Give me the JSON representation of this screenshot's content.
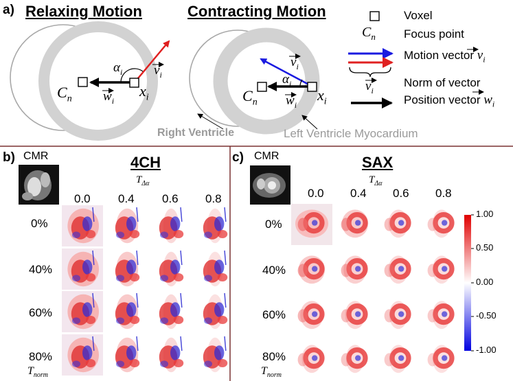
{
  "panel_a": {
    "label": "a)",
    "relax_title": "Relaxing Motion",
    "contract_title": "Contracting Motion",
    "relax_cn": "C",
    "relax_cn_sub": "n",
    "relax_xi": "x",
    "relax_xi_sub": "i",
    "relax_alpha": "α",
    "relax_alpha_sub": "i",
    "relax_v": "v",
    "relax_v_sub": "i",
    "relax_w": "w",
    "relax_w_sub": "i",
    "contract_cn": "C",
    "contract_cn_sub": "n",
    "contract_xi": "x",
    "contract_xi_sub": "i",
    "contract_alpha": "α",
    "contract_alpha_sub": "i",
    "contract_v": "v",
    "contract_v_sub": "i",
    "contract_w": "w",
    "contract_w_sub": "i",
    "right_ventricle": "Right Ventricle",
    "left_ventricle": "Left Ventricle Myocardium",
    "legend": {
      "voxel": "Voxel",
      "cn": "C",
      "cn_sub": "n",
      "focus": "Focus point",
      "motion": "Motion vector",
      "motion_sym": "v",
      "motion_sub": "i",
      "norm_sym": "v",
      "norm_sub": "i",
      "norm": "Norm of vector",
      "position": "Position vector",
      "position_sym": "w",
      "position_sub": "i"
    }
  },
  "panel_b": {
    "label": "b)",
    "cmr": "CMR",
    "title": "4CH",
    "t_delta": "T",
    "t_delta_sub": "Δα",
    "cols": [
      "0.0",
      "0.4",
      "0.6",
      "0.8"
    ],
    "rows": [
      "0%",
      "40%",
      "60%",
      "80%"
    ],
    "t_norm": "T",
    "t_norm_sub": "norm"
  },
  "panel_c": {
    "label": "c)",
    "cmr": "CMR",
    "title": "SAX",
    "t_delta": "T",
    "t_delta_sub": "Δα",
    "cols": [
      "0.0",
      "0.4",
      "0.6",
      "0.8"
    ],
    "rows": [
      "0%",
      "40%",
      "60%",
      "80%"
    ],
    "t_norm": "T",
    "t_norm_sub": "norm"
  },
  "colorbar": {
    "ticks": [
      "1.00",
      "0.50",
      "0.00",
      "-0.50",
      "-1.00"
    ],
    "max": 1.0,
    "min": -1.0
  },
  "colors": {
    "red": "#e02020",
    "blue": "#1a1ae0",
    "grey_ring": "#d2d2d2",
    "divider": "#7a3030"
  }
}
